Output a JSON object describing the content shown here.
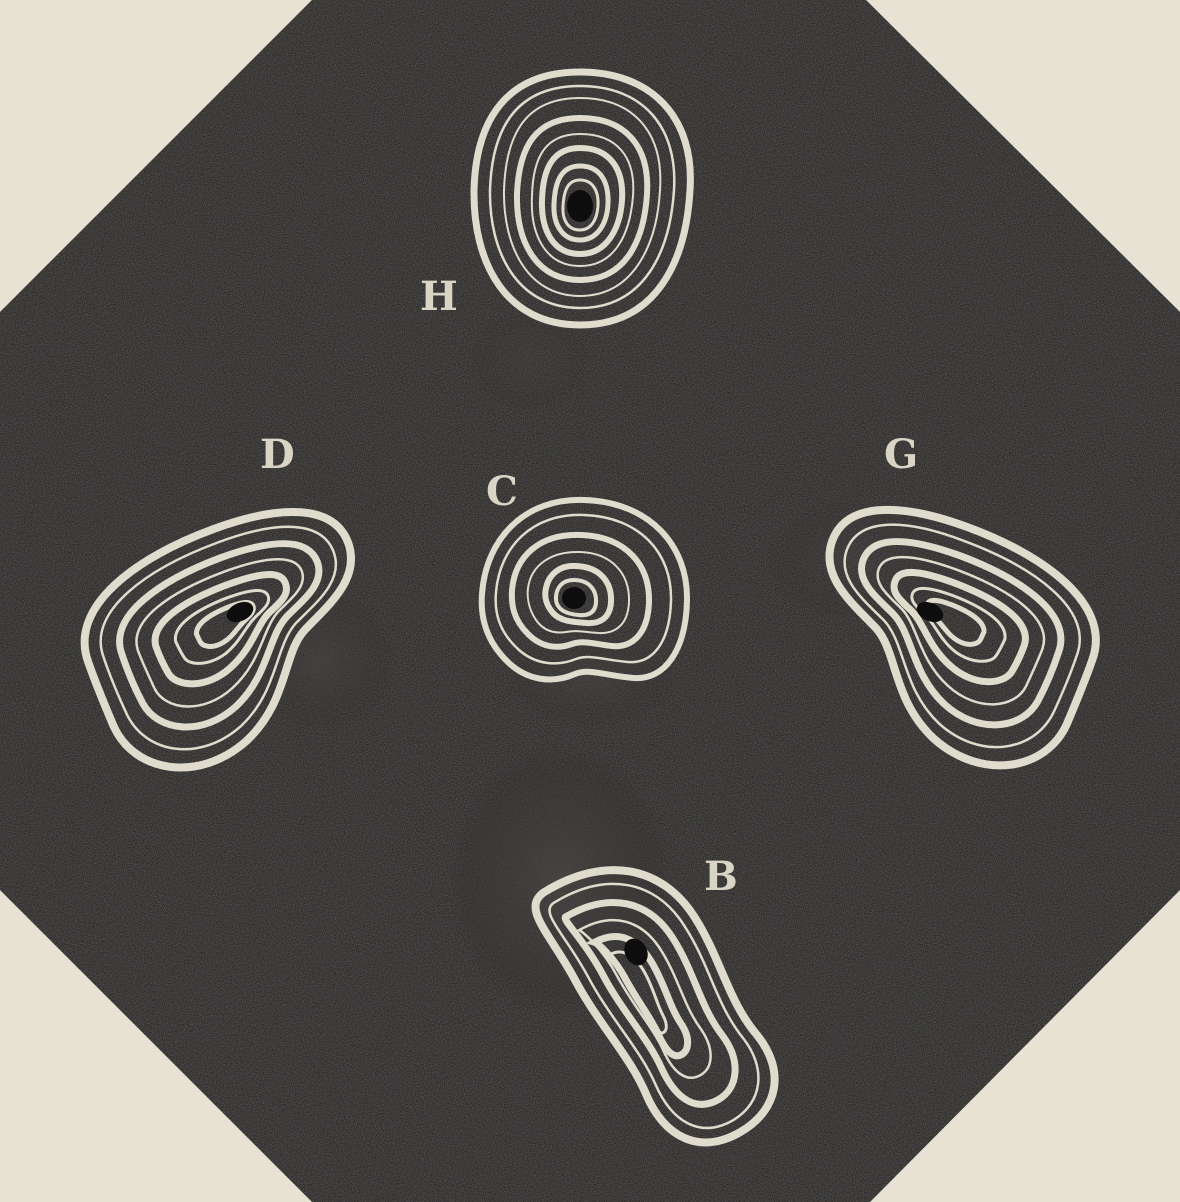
{
  "figure": {
    "labels": {
      "h": "H",
      "d": "D",
      "c": "C",
      "g": "G",
      "b": "B"
    },
    "colors": {
      "paper": "#e7e2d4",
      "field": "#171616",
      "ring": "#dfdbcd",
      "haze": "#3a3836"
    }
  }
}
